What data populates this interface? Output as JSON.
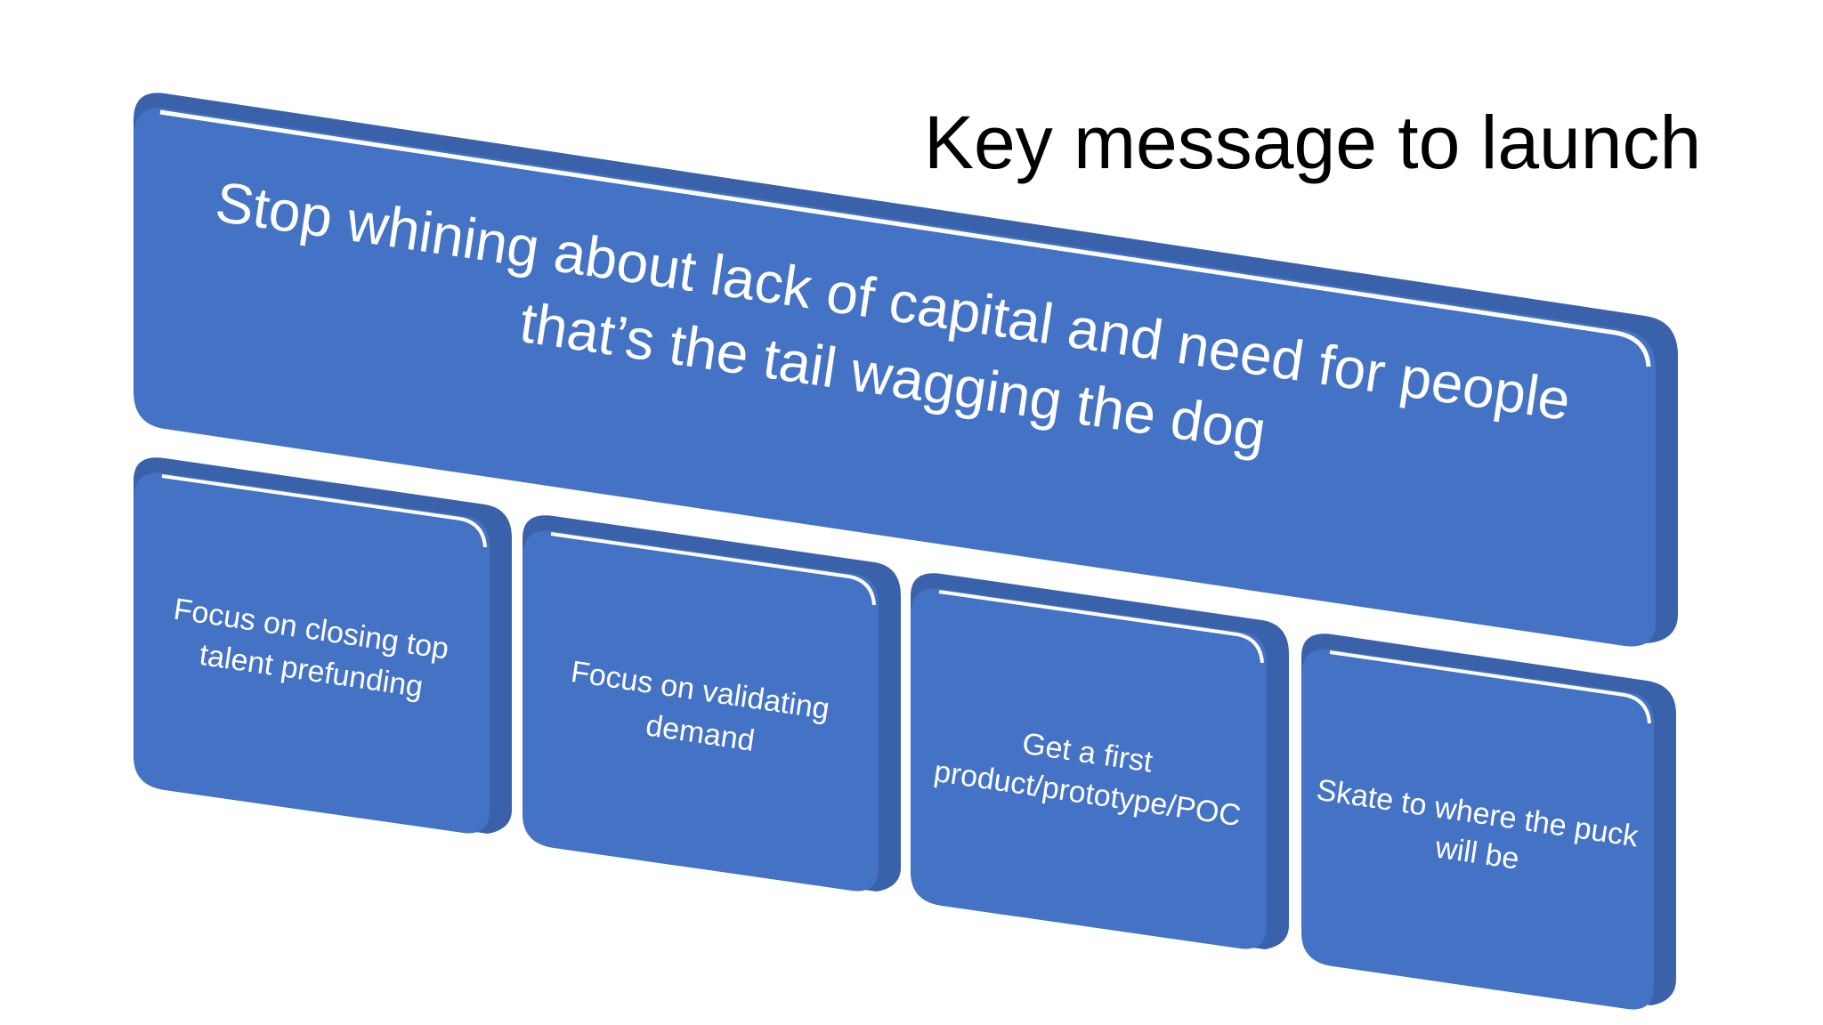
{
  "title": "Key message to launch",
  "main_box": {
    "line1": "Stop whining about lack of capital and need for people",
    "line2": "that’s the tail wagging the dog"
  },
  "boxes": [
    {
      "line1": "Focus on closing top",
      "line2": "talent prefunding"
    },
    {
      "line1": "Focus on validating",
      "line2": "demand"
    },
    {
      "line1": "Get a first",
      "line2": "product/prototype/POC"
    },
    {
      "line1": "Skate to where the puck",
      "line2": "will be"
    }
  ],
  "colors": {
    "box_fill": "#4472c4",
    "box_side": "#3a62ab",
    "box_highlight": "#ffffff",
    "background": "#ffffff",
    "title_text": "#000000"
  }
}
